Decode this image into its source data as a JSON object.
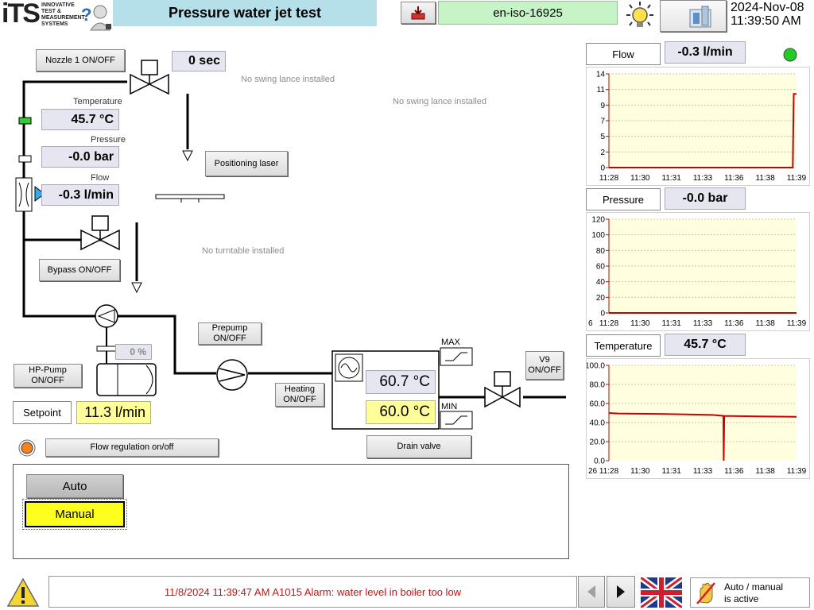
{
  "header": {
    "logo_text": "iTS",
    "logo_subtext": "INNOVATIVE TEST & MEASUREMENT SYSTEMS",
    "title": "Pressure water jet test",
    "standard": "en-iso-16925",
    "date": "2024-Nov-08",
    "time": "11:39:50 AM"
  },
  "controls": {
    "nozzle_button": "Nozzle 1 ON/OFF",
    "timer": "0 sec",
    "no_swing_lance_1": "No swing lance installed",
    "no_swing_lance_2": "No swing lance installed",
    "temperature_label": "Temperature",
    "temperature_value": "45.7 °C",
    "pressure_label": "Pressure",
    "pressure_value": "-0.0 bar",
    "flow_label": "Flow",
    "flow_value": "-0.3 l/min",
    "positioning_laser_button": "Positioning laser",
    "no_turntable": "No turntable installed",
    "bypass_button": "Bypass ON/OFF",
    "prepump_button": "Prepump\nON/OFF",
    "pump_percent": "0 %",
    "hp_pump_button": "HP-Pump\nON/OFF",
    "heating_button": "Heating\nON/OFF",
    "boiler_temp_1": "60.7 °C",
    "boiler_temp_2": "60.0 °C",
    "max_label": "MAX",
    "min_label": "MIN",
    "v9_button": "V9\nON/OFF",
    "drain_valve_button": "Drain valve",
    "setpoint_label": "Setpoint",
    "setpoint_value": "11.3 l/min",
    "flow_regulation_button": "Flow regulation  on/off",
    "auto_button": "Auto",
    "manual_button": "Manual"
  },
  "trends": {
    "flow": {
      "label": "Flow",
      "value": "-0.3 l/min",
      "status_color": "#22cc22"
    },
    "pressure": {
      "label": "Pressure",
      "value": "-0.0 bar"
    },
    "temperature": {
      "label": "Temperature",
      "value": "45.7 °C"
    }
  },
  "chart_data": [
    {
      "type": "line",
      "title": "",
      "x_tick_labels": [
        "11:28",
        "11:30",
        "11:31",
        "11:33",
        "11:36",
        "11:38",
        "11:39"
      ],
      "y_tick_labels": [
        "0",
        "2",
        "5",
        "7",
        "9",
        "11",
        "14"
      ],
      "ylim": [
        0,
        14
      ],
      "grid": true,
      "series": [
        {
          "color": "#cc0000",
          "x": [
            0,
            0.98,
            0.985,
            1.0
          ],
          "y": [
            0,
            0,
            11,
            11
          ]
        }
      ]
    },
    {
      "type": "line",
      "title": "",
      "x_tick_labels": [
        "11:28",
        "11:30",
        "11:31",
        "11:33",
        "11:36",
        "11:38",
        "11:39"
      ],
      "y_tick_labels": [
        "0",
        "20",
        "40",
        "60",
        "80",
        "100",
        "120"
      ],
      "ylim": [
        0,
        120
      ],
      "grid": true,
      "left_cut_label": "6",
      "series": [
        {
          "color": "#cc0000",
          "x": [
            0,
            1
          ],
          "y": [
            0,
            0
          ]
        }
      ]
    },
    {
      "type": "line",
      "title": "",
      "x_tick_labels": [
        "11:28",
        "11:30",
        "11:31",
        "11:33",
        "11:36",
        "11:38",
        "11:39"
      ],
      "y_tick_labels": [
        "0.0",
        "20.0",
        "40.0",
        "60.0",
        "80.0",
        "100.0"
      ],
      "ylim": [
        0,
        100
      ],
      "grid": true,
      "left_cut_label": "26",
      "series": [
        {
          "color": "#cc0000",
          "x": [
            0,
            0.05,
            0.3,
            0.55,
            0.61,
            0.612,
            0.615,
            0.8,
            1.0
          ],
          "y": [
            50,
            49.5,
            49,
            48,
            47,
            0,
            47,
            46.5,
            46
          ]
        }
      ]
    }
  ],
  "footer": {
    "alarm_message": "11/8/2024 11:39:47 AM A1015 Alarm: water level in boiler too low",
    "mode_status": "Auto / manual\nis active"
  }
}
